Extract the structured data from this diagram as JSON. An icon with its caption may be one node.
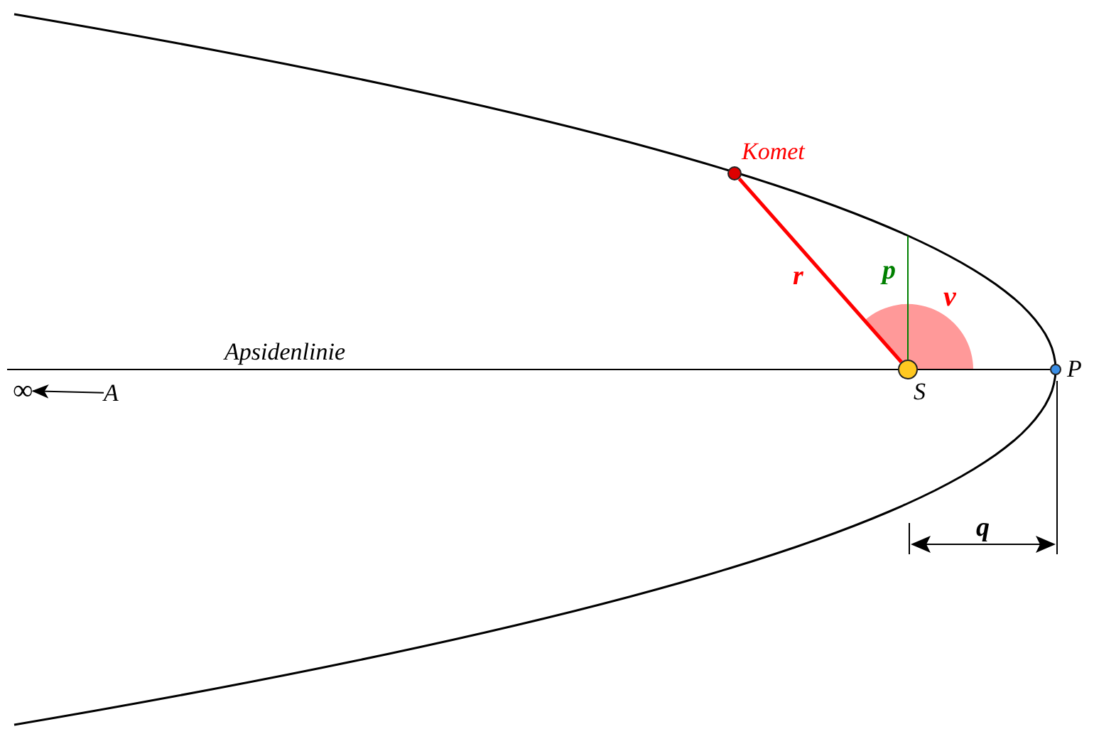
{
  "diagram": {
    "nodes": [
      {
        "text": [],
        "shape": "circle",
        "beside": [
          "Komet"
        ]
      },
      {
        "text": [],
        "shape": "circle",
        "beside": [
          "S"
        ]
      },
      {
        "text": [],
        "shape": "circle",
        "beside": [
          "P"
        ]
      },
      {
        "text": [
          "∞"
        ]
      },
      {
        "text": [
          "A"
        ]
      }
    ],
    "edges": [
      {
        "from": 0,
        "to": 1,
        "arrow": "none",
        "label": "r",
        "style": "thick",
        "color": "#ff0000"
      },
      {
        "from": null,
        "to": 1,
        "arrow": "none",
        "label": "p",
        "color": "#008000"
      },
      {
        "from": 4,
        "to": 3,
        "arrow": "to",
        "color": "#000000"
      }
    ],
    "labels": [
      "Apsidenlinie",
      "ν",
      "q"
    ]
  }
}
